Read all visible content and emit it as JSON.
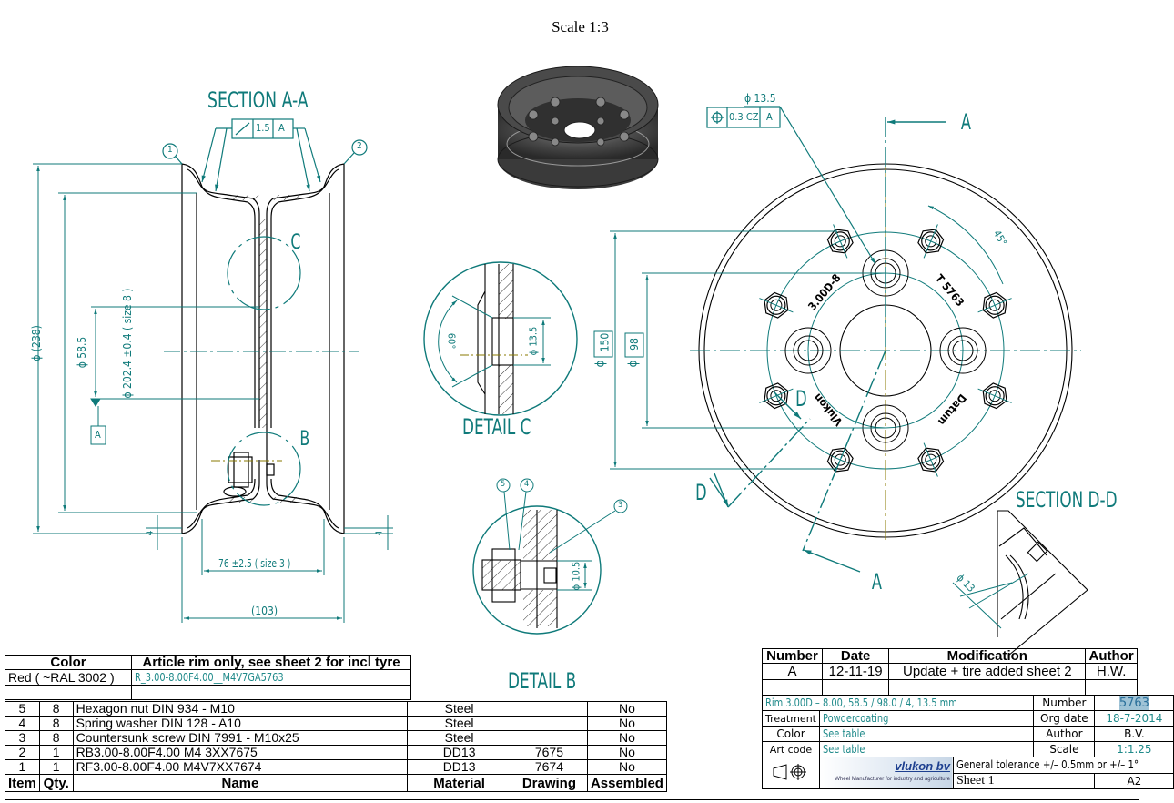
{
  "sheet": {
    "scale_label": "Scale 1:3"
  },
  "views": {
    "section_aa": {
      "title": "SECTION A-A",
      "runout_tolerance": {
        "symbol": "circular-runout",
        "value": "1.5",
        "datum": "A"
      },
      "balloons": [
        "1",
        "2"
      ],
      "detail_labels": [
        "C",
        "B"
      ],
      "dims": {
        "outer_diameter": "ϕ (238)",
        "bead_seat_diameter": "ϕ 202.4 ±0.4 ( size 8 )",
        "hub_bore": "ϕ 58.5",
        "datum": "A",
        "flange_height_left": "4",
        "flange_height_right": "4",
        "inner_width": "76  ±2.5 ( size 3 )",
        "overall_width": "(103)"
      }
    },
    "detail_c": {
      "title": "DETAIL C",
      "angle": "60°",
      "hole_diameter": "ϕ 13.5"
    },
    "detail_b": {
      "title": "DETAIL B",
      "balloons": [
        "5",
        "4",
        "3"
      ],
      "hole_diameter": "ϕ 10.5"
    },
    "front_view": {
      "position_tolerance": {
        "symbol": "position",
        "value": "0.3 CZ",
        "datum": "A",
        "feature": "ϕ 13.5"
      },
      "section_labels": [
        "A",
        "A",
        "D",
        "D"
      ],
      "angle": "45°",
      "pcd_outer": "150",
      "pcd_inner": "98",
      "diameter_symbol": "ϕ",
      "stamped_text": [
        "3.00D-8",
        "T 5763",
        "Vlukon",
        "Datum"
      ]
    },
    "section_dd": {
      "title": "SECTION D-D",
      "diameter": "ϕ 13"
    }
  },
  "color_table": {
    "headers": [
      "Color",
      "Article rim only, see sheet 2 for incl tyre"
    ],
    "rows": [
      [
        "Red ( ~RAL 3002 )",
        "R_3.00-8.00F4.00__M4V7GA5763"
      ],
      [
        "",
        ""
      ]
    ]
  },
  "bom": {
    "headers": [
      "Item",
      "Qty.",
      "Name",
      "Material",
      "Drawing",
      "Assembled"
    ],
    "rows": [
      [
        "5",
        "8",
        "Hexagon nut DIN 934 - M10",
        "Steel",
        "",
        "No"
      ],
      [
        "4",
        "8",
        "Spring washer DIN 128 - A10",
        "Steel",
        "",
        "No"
      ],
      [
        "3",
        "8",
        "Countersunk screw DIN 7991 - M10x25",
        "Steel",
        "",
        "No"
      ],
      [
        "2",
        "1",
        "RB3.00-8.00F4.00    M4  3XX7675",
        "DD13",
        "7675",
        "No"
      ],
      [
        "1",
        "1",
        "RF3.00-8.00F4.00    M4V7XX7674",
        "DD13",
        "7674",
        "No"
      ]
    ]
  },
  "revisions": {
    "headers": [
      "Number",
      "Date",
      "Modification",
      "Author"
    ],
    "rows": [
      [
        "A",
        "12-11-19",
        "Update + tire added sheet 2",
        "H.W."
      ],
      [
        "",
        "",
        "",
        ""
      ]
    ]
  },
  "title_block": {
    "description": "Rim 3.00D – 8.00,  58.5 / 98.0 / 4,  13.5 mm",
    "treatment_label": "Treatment",
    "treatment": "Powdercoating",
    "color_label": "Color",
    "color": "See table",
    "art_code_label": "Art code",
    "art_code": "See table",
    "number_label": "Number",
    "number": "5763",
    "org_date_label": "Org date",
    "org_date": "18-7-2014",
    "author_label": "Author",
    "author": "B.V.",
    "scale_label": "Scale",
    "scale": "1:1.25",
    "company": "vlukon bv",
    "company_tagline": "Wheel Manufacturer for industry and agriculture",
    "general_tolerance": "General tolerance +/– 0.5mm or +/– 1°",
    "sheet": "Sheet 1",
    "size": "A2",
    "projection_icon": "first-angle-projection-icon"
  },
  "colors": {
    "dimension": "#0f7a7a",
    "geometry": "#000000",
    "centerline": "#8a7a00",
    "highlight": "#9fc3d6"
  }
}
